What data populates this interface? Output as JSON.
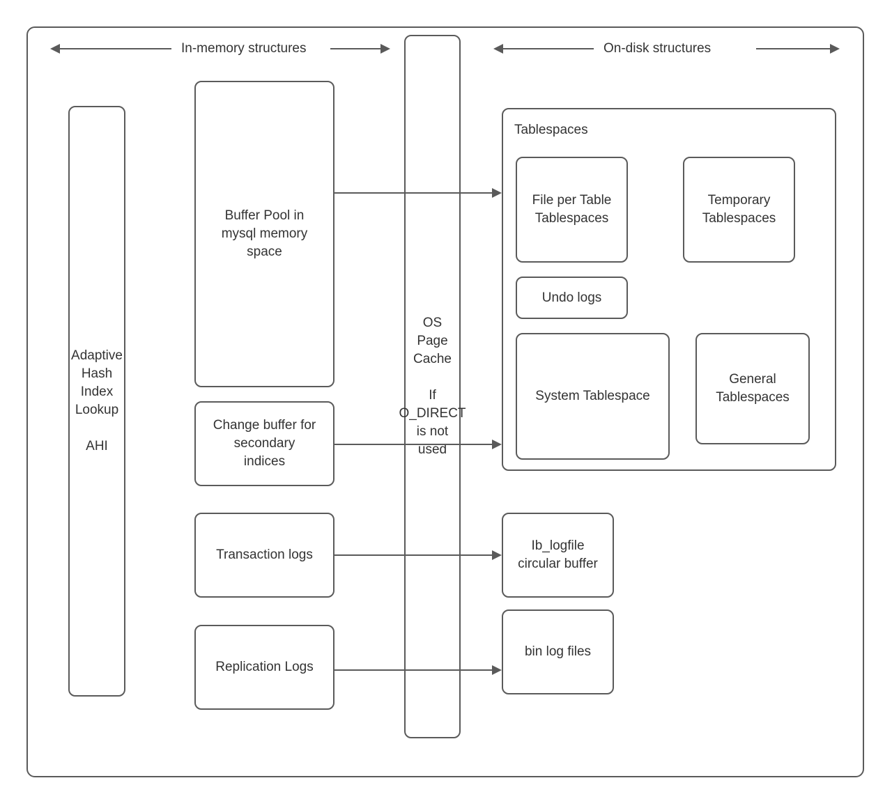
{
  "diagram": {
    "title_hidden": "",
    "headers": [
      {
        "label": "In-memory structures"
      },
      {
        "label": "On-disk structures"
      }
    ],
    "in_memory": {
      "ahi": "Adaptive\nHash\nIndex\nLookup\n\nAHI",
      "buffer_pool": "Buffer Pool in\nmysql memory\nspace",
      "change_buffer": "Change buffer for\nsecondary\nindices",
      "transaction_logs": "Transaction logs",
      "replication_logs": "Replication Logs"
    },
    "middle": {
      "os_page_cache": "OS\nPage\nCache\n\nIf\nO_DIRECT\nis not\nused"
    },
    "on_disk": {
      "tablespaces_group": "Tablespaces",
      "file_per_table": "File per Table\nTablespaces",
      "temporary": "Temporary\nTablespaces",
      "undo_logs": "Undo logs",
      "system_tablespace": "System Tablespace",
      "general_tablespaces": "General\nTablespaces",
      "ib_logfile": "Ib_logfile\ncircular buffer",
      "bin_log_files": "bin log files"
    },
    "colors": {
      "stroke": "#5a5a5a",
      "text": "#333333",
      "background": "#ffffff"
    }
  }
}
